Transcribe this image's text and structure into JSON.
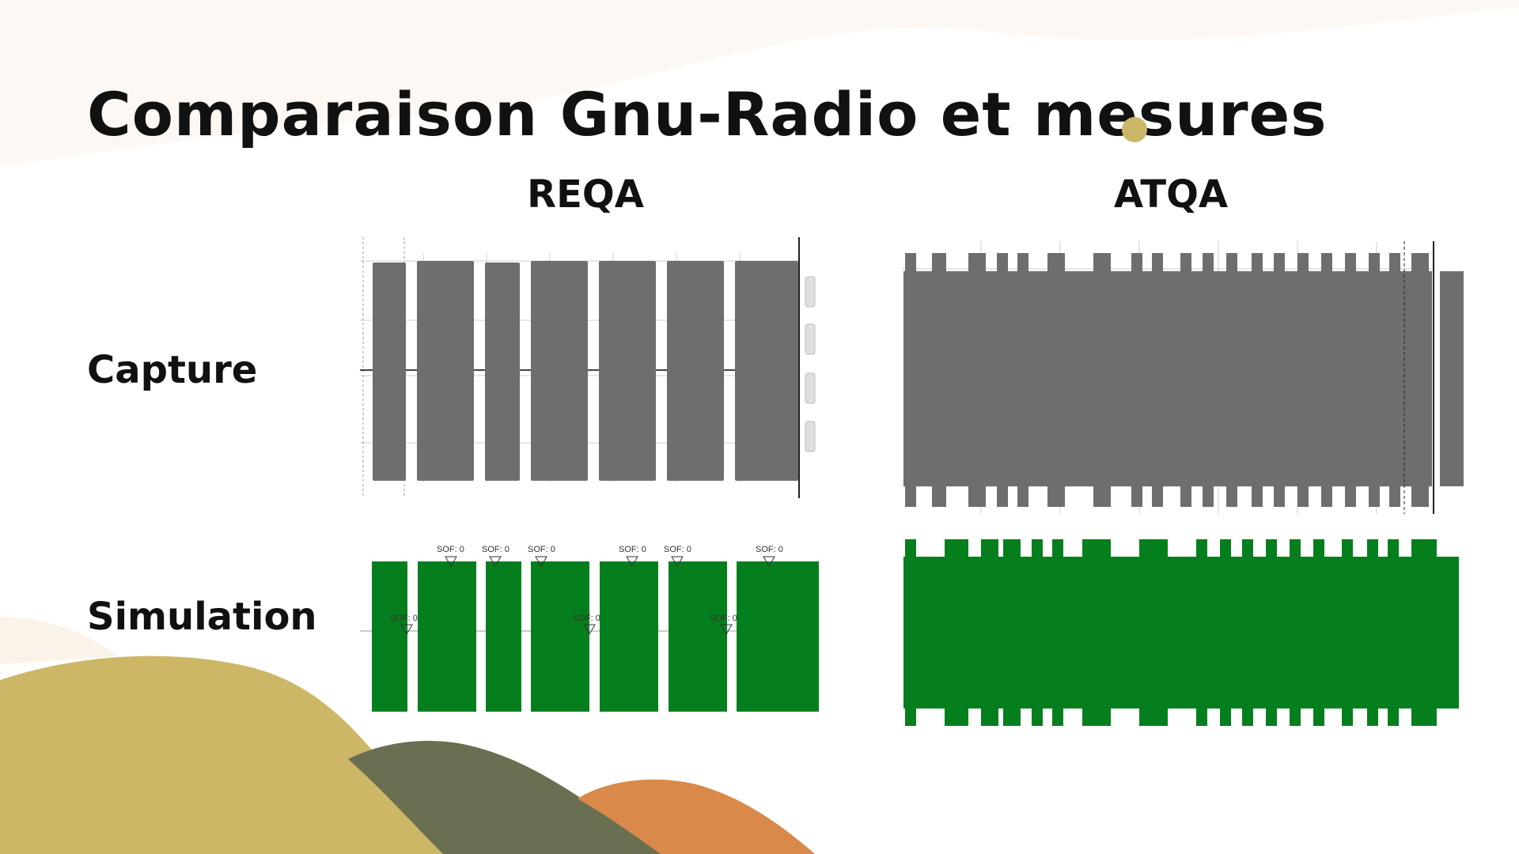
{
  "slide": {
    "title": "Comparaison Gnu-Radio et mesures",
    "columns": {
      "left": "REQA",
      "right": "ATQA"
    },
    "rows": {
      "capture": "Capture",
      "simulation": "Simulation"
    },
    "sof_label": "SOF: 0",
    "sof_partial_label": "SOF: 0"
  },
  "colors": {
    "accent_dot": "#cbb767",
    "hill_gold": "#ccb766",
    "hill_olive": "#6b6f52",
    "hill_orange": "#d98a4a",
    "capture_signal": "#6e6e6e",
    "simulation_signal": "#057f1e"
  }
}
